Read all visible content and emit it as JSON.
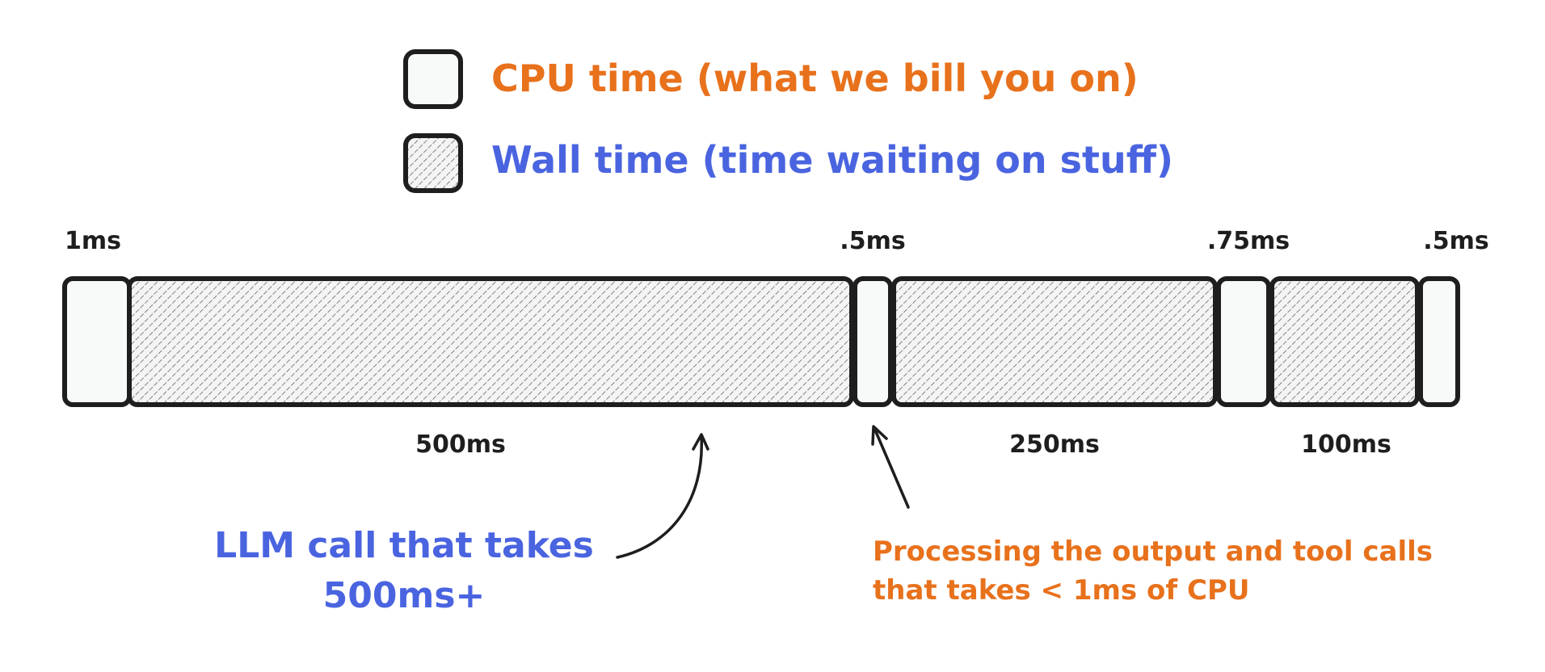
{
  "legend": {
    "cpu": {
      "label": "CPU time (what we bill you on)"
    },
    "wall": {
      "label": "Wall time (time waiting on stuff)"
    }
  },
  "segments": [
    {
      "kind": "cpu",
      "label": "1ms"
    },
    {
      "kind": "wall",
      "label": "500ms"
    },
    {
      "kind": "cpu",
      "label": ".5ms"
    },
    {
      "kind": "wall",
      "label": "250ms"
    },
    {
      "kind": "cpu",
      "label": ".75ms"
    },
    {
      "kind": "wall",
      "label": "100ms"
    },
    {
      "kind": "cpu",
      "label": ".5ms"
    }
  ],
  "annotations": {
    "llm_call": {
      "line1": "LLM call that takes",
      "line2": "500ms+"
    },
    "processing": {
      "line1": "Processing the output and tool calls",
      "line2": "that takes < 1ms of CPU"
    }
  },
  "colors": {
    "orange": "#e8711c",
    "blue": "#4a64e0",
    "stroke": "#1e1e1e",
    "cpu_fill": "#f8fafa",
    "wall_fill": "#f4f4f4",
    "hatch": "#555555"
  }
}
